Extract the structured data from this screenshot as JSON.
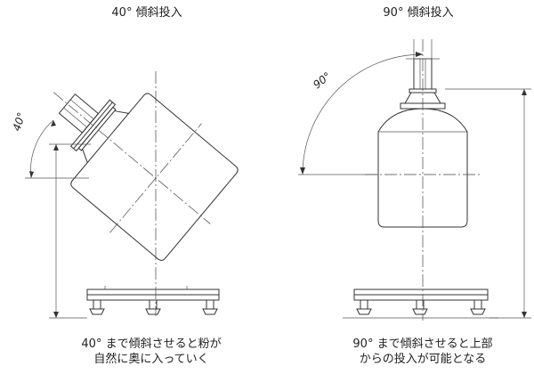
{
  "titles": {
    "left": "40° 傾斜投入",
    "right": "90° 傾斜投入"
  },
  "captions": {
    "left": [
      "40° まで傾斜させると粉が",
      "自然に奥に入っていく"
    ],
    "right": [
      "90° まで傾斜させると上部",
      "からの投入が可能となる"
    ]
  },
  "angles": {
    "left": "40°",
    "right": "90°"
  }
}
